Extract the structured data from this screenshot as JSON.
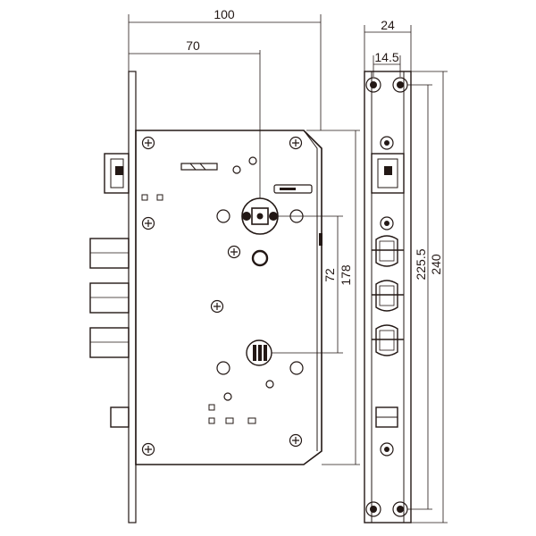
{
  "dimensions": {
    "width_body": "100",
    "backset": "70",
    "faceplate_width": "24",
    "faceplate_inner": "14.5",
    "center_distance": "72",
    "body_height": "178",
    "screw_distance": "225.5",
    "faceplate_length": "240"
  },
  "colors": {
    "line": "#231815",
    "background": "#ffffff"
  }
}
